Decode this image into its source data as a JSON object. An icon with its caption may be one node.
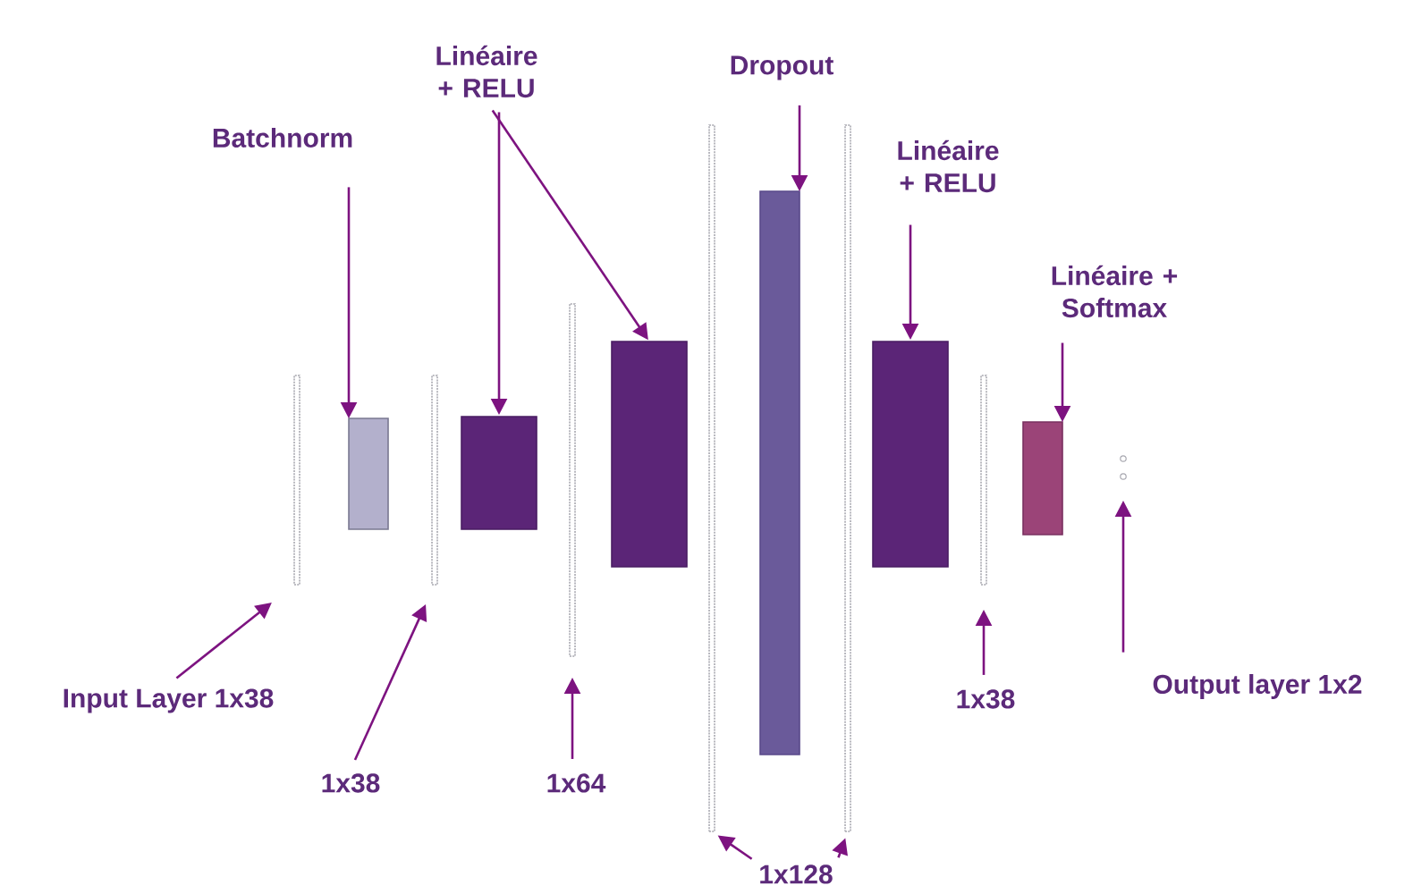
{
  "diagram": {
    "nodes": [
      {
        "text": [
          "Batchnorm"
        ]
      },
      {
        "text": [
          "Linéaire + RELU"
        ]
      },
      {
        "text": [
          "Dropout"
        ]
      },
      {
        "text": [
          "Linéaire + RELU"
        ]
      },
      {
        "text": [
          "Linéaire + Softmax"
        ]
      },
      {
        "text": [
          "Input Layer 1x38"
        ]
      },
      {
        "text": [
          "1x38"
        ]
      },
      {
        "text": [
          "1x64"
        ]
      },
      {
        "text": [
          "1x128"
        ]
      },
      {
        "text": [
          "1x38"
        ]
      },
      {
        "text": [
          "Output layer 1x2"
        ]
      },
      {
        "text": [],
        "shape": "bar"
      },
      {
        "text": [],
        "shape": "box"
      },
      {
        "text": [],
        "shape": "bar"
      },
      {
        "text": [],
        "shape": "box"
      },
      {
        "text": [],
        "shape": "bar"
      },
      {
        "text": [],
        "shape": "box"
      },
      {
        "text": [],
        "shape": "bar"
      },
      {
        "text": [],
        "shape": "box"
      },
      {
        "text": [],
        "shape": "bar"
      },
      {
        "text": [],
        "shape": "box"
      },
      {
        "text": [],
        "shape": "bar"
      },
      {
        "text": [],
        "shape": "box"
      },
      {
        "text": [],
        "shape": "circle"
      }
    ],
    "edges": [
      {
        "from": 0,
        "to": 12,
        "arrow": "to"
      },
      {
        "from": 1,
        "to": 14,
        "arrow": "to"
      },
      {
        "from": 1,
        "to": 16,
        "arrow": "to"
      },
      {
        "from": 2,
        "to": 18,
        "arrow": "to"
      },
      {
        "from": 3,
        "to": 20,
        "arrow": "to"
      },
      {
        "from": 4,
        "to": 22,
        "arrow": "to"
      },
      {
        "from": 5,
        "to": 11,
        "arrow": "to"
      },
      {
        "from": 6,
        "to": 13,
        "arrow": "to"
      },
      {
        "from": 7,
        "to": 15,
        "arrow": "to"
      },
      {
        "from": 8,
        "to": 17,
        "arrow": "to"
      },
      {
        "from": 8,
        "to": 19,
        "arrow": "to"
      },
      {
        "from": 9,
        "to": 21,
        "arrow": "to"
      },
      {
        "from": 10,
        "to": 23,
        "arrow": "to"
      }
    ]
  }
}
